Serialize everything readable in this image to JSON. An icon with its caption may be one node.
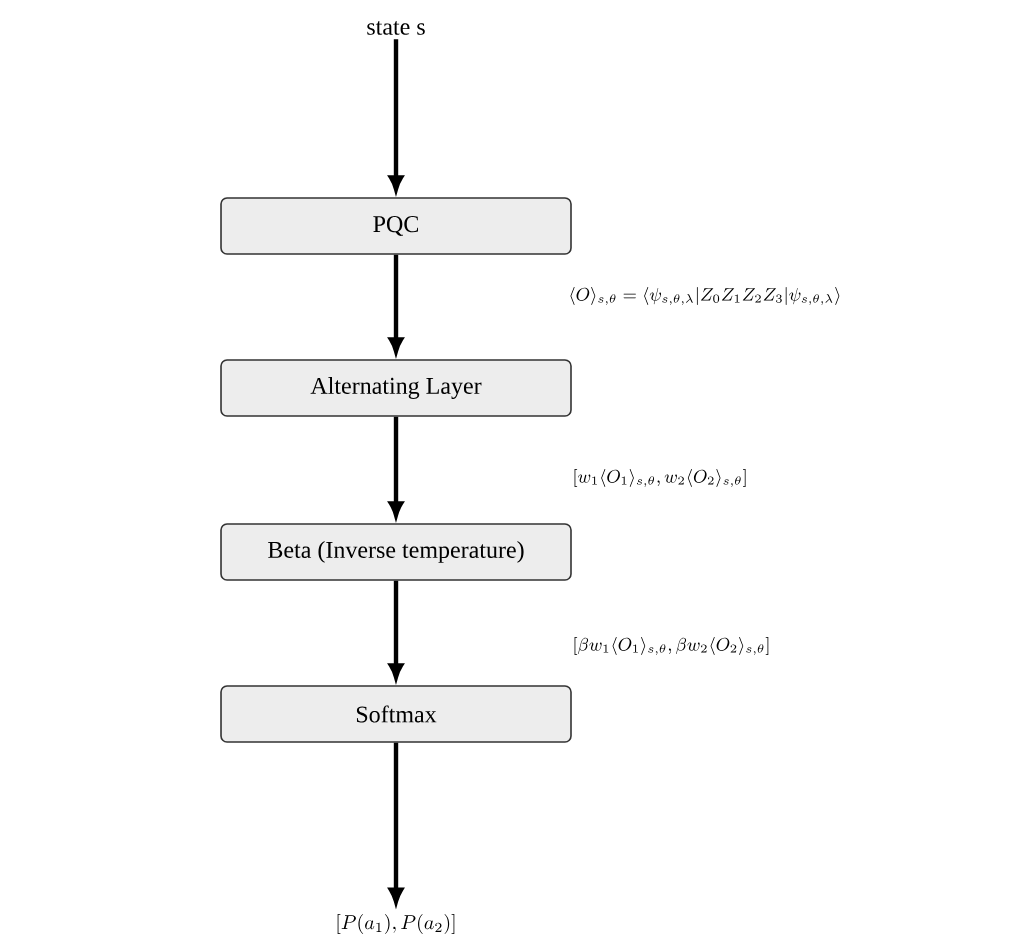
{
  "diagram": {
    "nodes": [
      {
        "text": [
          "state s"
        ]
      },
      {
        "text": [
          "PQC"
        ]
      },
      {
        "text": [
          "Alternating Layer"
        ]
      },
      {
        "text": [
          "Beta (Inverse temperature)"
        ]
      },
      {
        "text": [
          "Softmax"
        ]
      },
      {
        "text": [
          "[P(a_1), P(a_2)]"
        ]
      }
    ],
    "edges": [
      {
        "from": 0,
        "to": 1,
        "arrow": "to"
      },
      {
        "from": 1,
        "to": 2,
        "arrow": "to"
      },
      {
        "from": 2,
        "to": 3,
        "arrow": "to"
      },
      {
        "from": 3,
        "to": 4,
        "arrow": "to"
      },
      {
        "from": 4,
        "to": 5,
        "arrow": "to"
      }
    ],
    "labels": [
      "\\langle O\\rangle_{s,\\theta} = \\langle\\psi_{s,\\theta,\\lambda}|Z_0Z_1Z_2Z_3|\\psi_{s,\\theta,\\lambda}\\rangle",
      "[w_1\\langle O_1\\rangle_{s,\\theta}, w_2\\langle O_2\\rangle_{s,\\theta}]",
      "[\\beta w_1\\langle O_1\\rangle_{s,\\theta}, \\beta w_2\\langle O_2\\rangle_{s,\\theta}]"
    ]
  }
}
